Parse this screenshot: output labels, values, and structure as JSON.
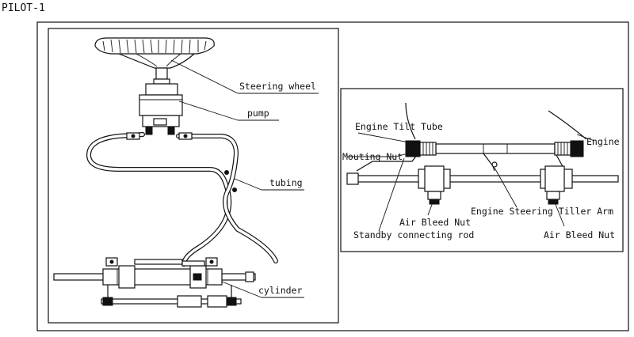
{
  "diagram_title": "PILOT-1",
  "left_panel": {
    "labels": {
      "steering_wheel": "Steering wheel",
      "pump": "pump",
      "tubing": "tubing",
      "cylinder": "cylinder"
    }
  },
  "right_panel": {
    "labels": {
      "engine_tilt_tube": "Engine Tilt Tube",
      "engine": "Engine",
      "mouting_nut": "Mouting Nut",
      "air_bleed_nut_left": "Air Bleed Nut",
      "engine_steering_tiller_arm": "Engine Steering Tiller Arm",
      "air_bleed_nut_right": "Air Bleed Nut",
      "standby_connecting_rod": "Standby connecting rod"
    }
  },
  "colors": {
    "line": "#111111",
    "background": "#ffffff"
  }
}
